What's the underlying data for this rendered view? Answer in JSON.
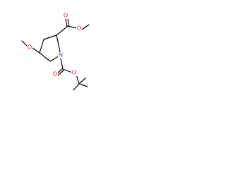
{
  "colors": {
    "background": "#ffffff",
    "bond": "#000000",
    "oxygen": "#ff0000",
    "nitrogen": "#1f3fff"
  },
  "atoms": {
    "o_ester_double": "O",
    "o_ester_single": "O",
    "o_methoxy": "O",
    "n_ring": "N",
    "o_carbamate_double": "O",
    "o_carbamate_single": "O"
  }
}
